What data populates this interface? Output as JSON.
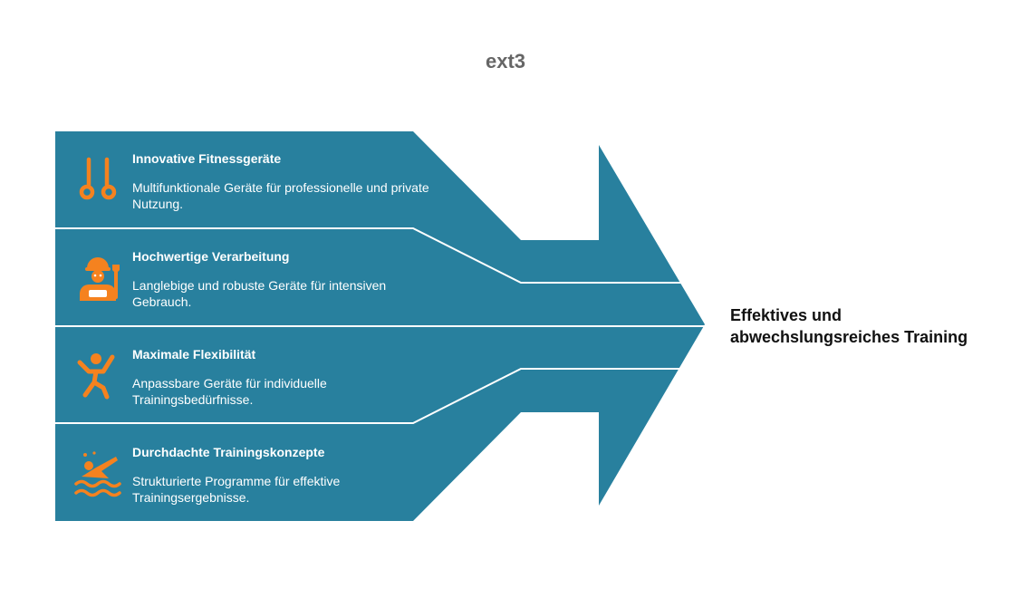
{
  "title": "ext3",
  "colors": {
    "band": "#28809e",
    "icon": "#f5821f",
    "separator": "#ffffff"
  },
  "items": [
    {
      "icon": "gymnastic-rings-icon",
      "title": "Innovative Fitnessgeräte",
      "description": "Multifunktionale Geräte für professionelle und private Nutzung."
    },
    {
      "icon": "worker-with-wrench-icon",
      "title": "Hochwertige Verarbeitung",
      "description": "Langlebige und robuste Geräte für intensiven Gebrauch."
    },
    {
      "icon": "stretching-person-icon",
      "title": "Maximale Flexibilität",
      "description": "Anpassbare Geräte für individuelle Trainingsbedürfnisse."
    },
    {
      "icon": "swimmer-icon",
      "title": "Durchdachte Trainingskonzepte",
      "description": "Strukturierte Programme für effektive Trainingsergebnisse."
    }
  ],
  "result": "Effektives und abwechslungsreiches Training"
}
